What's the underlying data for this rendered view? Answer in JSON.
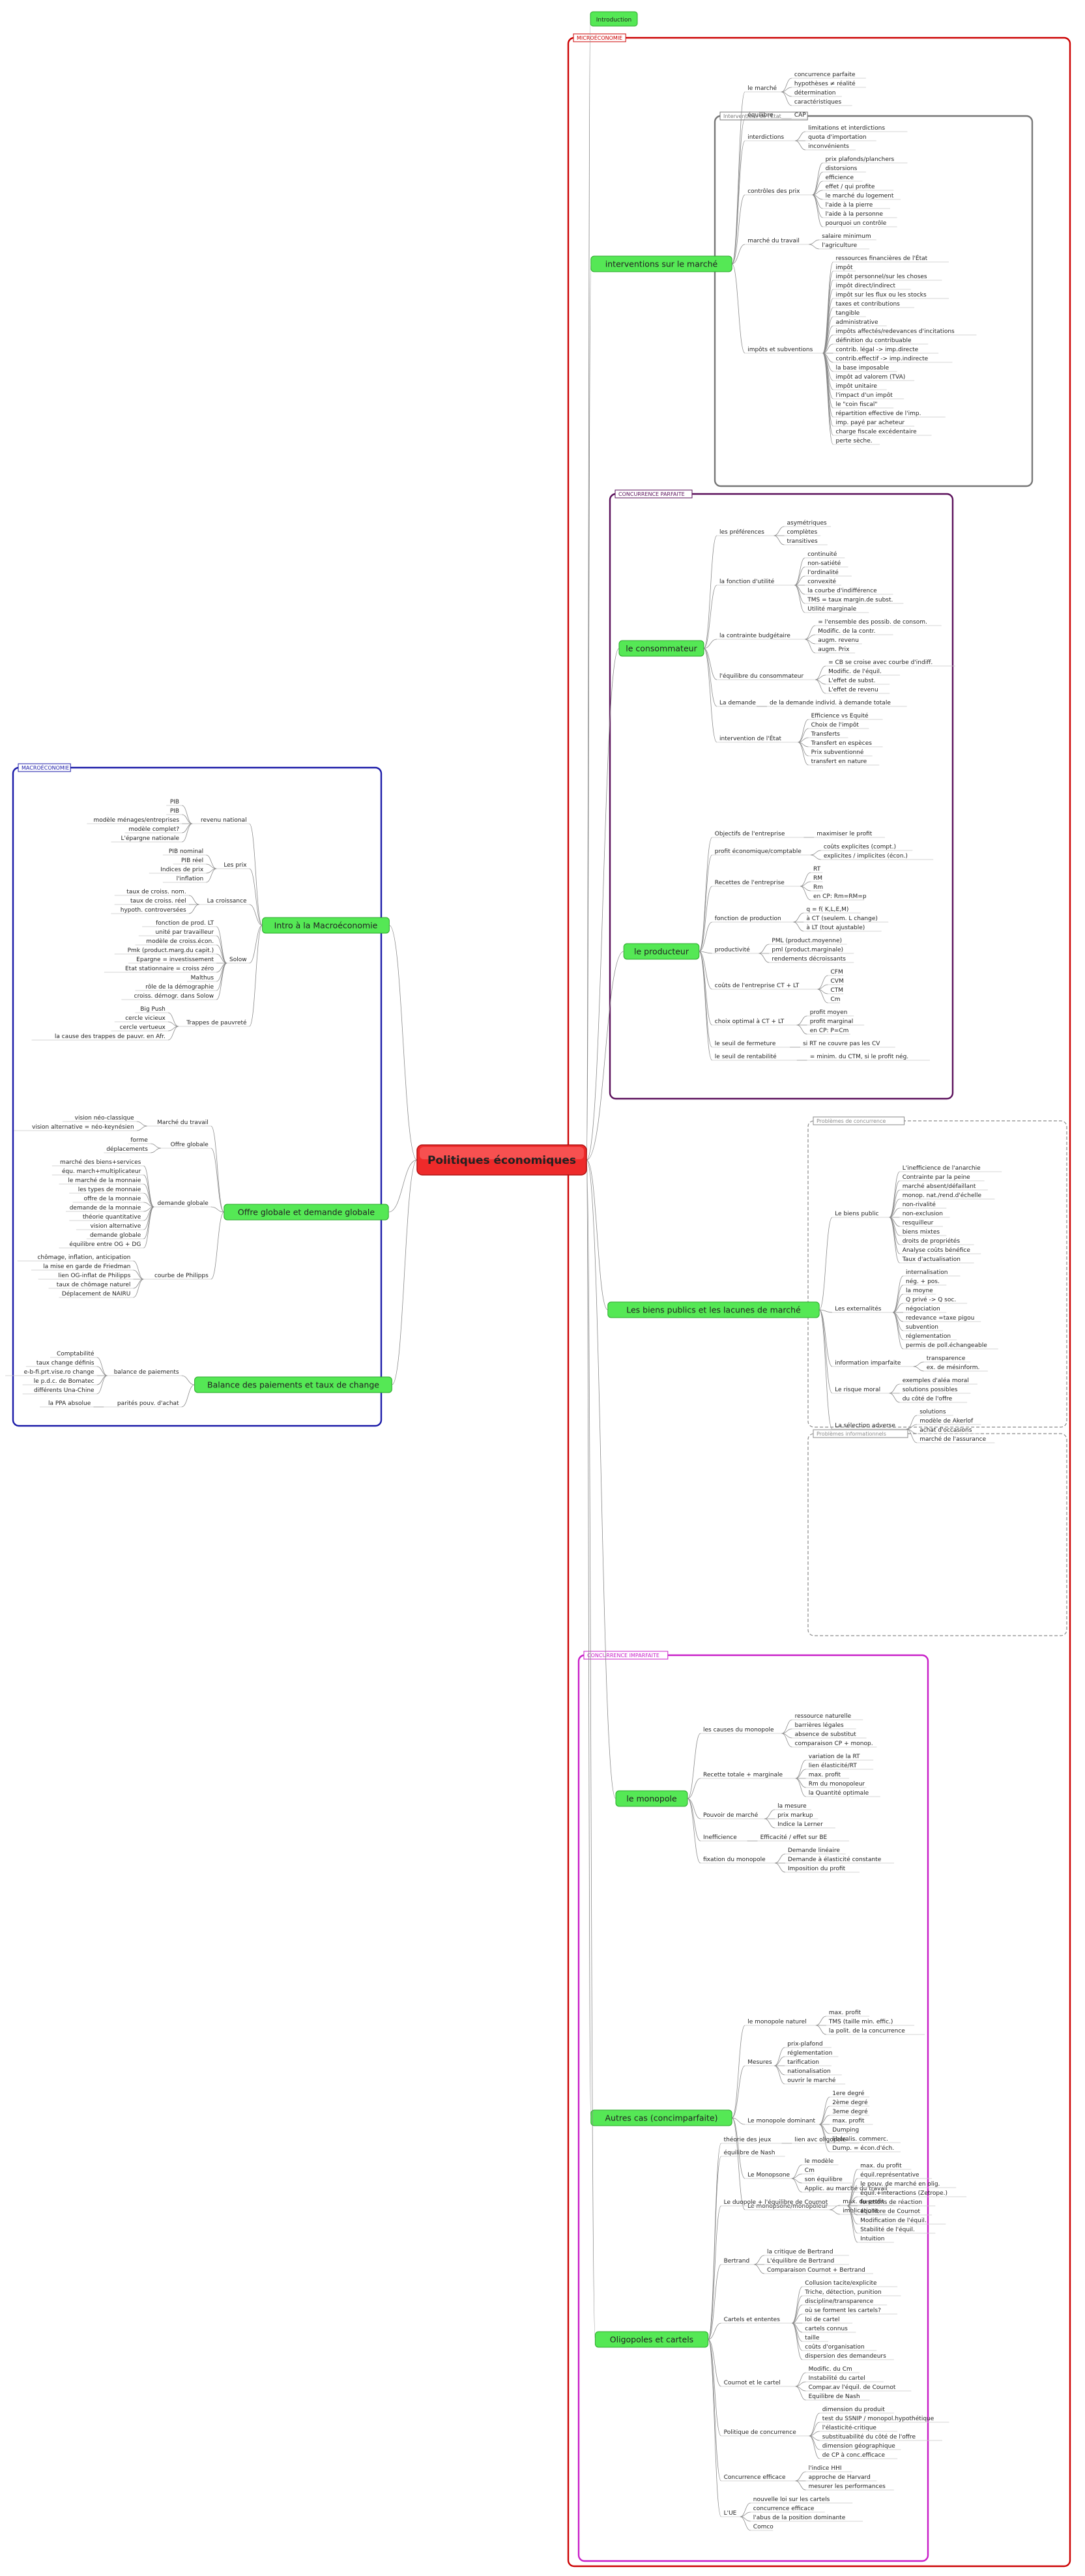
{
  "map": {
    "root": "Politiques économiques",
    "intro": "Introduction",
    "boundaries": {
      "micro": "MICROÉCONOMIE",
      "macro": "MACROÉCONOMIE",
      "interventions_etat": "Interventions de l'État",
      "concurrence_parfaite": "CONCURRENCE PARFAITE",
      "concurrence_imparfaite": "CONCURRENCE IMPARFAITE",
      "problemes_concurrence": "Problèmes de concurrence",
      "problemes_information": "Problèmes informationnels"
    },
    "micro_topics": {
      "interventions": {
        "label": "interventions sur le marché",
        "groups": [
          {
            "label": "le marché",
            "items": [
              "concurrence parfaite",
              "hypothèses ≠ réalité",
              "détermination",
              "caractéristiques"
            ]
          },
          {
            "label": "équilibre",
            "items": [
              "CAP"
            ]
          },
          {
            "label": "interdictions",
            "items": [
              "limitations et interdictions",
              "quota d'importation",
              "inconvénients"
            ]
          },
          {
            "label": "contrôles des prix",
            "items": [
              "prix plafonds/planchers",
              "distorsions",
              "efficience",
              "effet / qui profite",
              "le marché du logement",
              "l'aide à la pierre",
              "l'aide à la personne",
              "pourquoi un contrôle"
            ]
          },
          {
            "label": "marché du travail",
            "items": [
              "salaire minimum",
              "l'agriculture"
            ]
          },
          {
            "label": "impôts et subventions",
            "items": [
              "ressources financières de l'État",
              "impôt",
              "impôt personnel/sur les choses",
              "impôt direct/indirect",
              "impôt sur les flux ou les stocks",
              "taxes et contributions",
              "tangible",
              "administrative",
              "impôts affectés/redevances d'incitations",
              "définition du contribuable",
              "contrib. légal -> imp.directe",
              "contrib.effectif -> imp.indirecte",
              "la base imposable",
              "impôt ad valorem (TVA)",
              "impôt unitaire",
              "l'impact d'un impôt",
              "le \"coin fiscal\"",
              "répartition effective de l'imp.",
              "imp. payé par acheteur",
              "charge fiscale excédentaire",
              "perte sèche."
            ]
          }
        ]
      },
      "consommateur": {
        "label": "le consommateur",
        "groups": [
          {
            "label": "les préférences",
            "items": [
              "asymétriques",
              "complètes",
              "transitives"
            ]
          },
          {
            "label": "la fonction d'utilité",
            "items": [
              "continuité",
              "non-satiété",
              "l'ordinalité",
              "convexité",
              "la courbe d'indifférence",
              "TMS = taux margin.de subst.",
              "Utilité marginale"
            ]
          },
          {
            "label": "la contrainte budgétaire",
            "items": [
              "= l'ensemble des possib. de consom.",
              "Modific. de la contr.",
              "augm. revenu",
              "augm. Prix"
            ]
          },
          {
            "label": "l'équilibre du consommateur",
            "items": [
              "= CB se croise avec courbe d'indiff.",
              "Modific. de l'équil.",
              "L'effet de subst.",
              "L'effet de revenu"
            ]
          },
          {
            "label": "La demande",
            "items": [
              "de la demande individ. à demande totale"
            ]
          },
          {
            "label": "intervention de l'État",
            "items": [
              "Efficience vs Equité",
              "Choix de l'impôt",
              "Transferts",
              "Transfert en espèces",
              "Prix subventionné",
              "transfert en nature"
            ]
          }
        ]
      },
      "producteur": {
        "label": "le producteur",
        "groups": [
          {
            "label": "Objectifs de l'entreprise",
            "items": [
              "maximiser le profit"
            ]
          },
          {
            "label": "profit économique/comptable",
            "items": [
              "coûts explicites (compt.)",
              "explicites / implicites (écon.)"
            ]
          },
          {
            "label": "Recettes de l'entreprise",
            "items": [
              "RT",
              "RM",
              "Rm",
              "en CP: Rm=RM=p"
            ]
          },
          {
            "label": "fonction de production",
            "items": [
              "q = f( K,L,E,M)",
              "à CT (seulem. L change)",
              "à LT (tout ajustable)"
            ]
          },
          {
            "label": "productivité",
            "items": [
              "PML (product.moyenne)",
              "pml (product.marginale)",
              "rendements décroissants"
            ]
          },
          {
            "label": "coûts de l'entreprise CT + LT",
            "items": [
              "CFM",
              "CVM",
              "CTM",
              "Cm"
            ]
          },
          {
            "label": "choix optimal à CT + LT",
            "items": [
              "profit moyen",
              "profit marginal",
              "en CP: P=Cm"
            ]
          },
          {
            "label": "le seuil de fermeture",
            "items": [
              "si RT ne couvre pas les CV"
            ]
          },
          {
            "label": "le seuil de rentabilité",
            "items": [
              "= minim. du CTM, si le profit nég."
            ]
          }
        ]
      },
      "biens_publics": {
        "label": "Les biens publics et les lacunes de marché",
        "groups": [
          {
            "label": "Le biens public",
            "items": [
              "L'inefficience de l'anarchie",
              "Contrainte par la peine",
              "marché absent/défaillant",
              "monop. nat./rend.d'échelle",
              "non-rivalité",
              "non-exclusion",
              "resquilleur",
              "biens mixtes",
              "droits de propriétés",
              "Analyse coûts bénéfice",
              "Taux d'actualisation"
            ]
          },
          {
            "label": "Les externalités",
            "items": [
              "internalisation",
              "nég. + pos.",
              "la moyne",
              "Q privé -> Q soc.",
              "négociation",
              "redevance =taxe pigou",
              "subvention",
              "réglementation",
              "permis de poll.échangeable"
            ]
          },
          {
            "label": "information imparfaite",
            "items": [
              "transparence",
              "ex. de mésinform."
            ]
          },
          {
            "label": "Le risque moral",
            "items": [
              "exemples d'aléa moral",
              "solutions possibles",
              "du côté de l'offre"
            ]
          },
          {
            "label": "La sélection adverse",
            "items": [
              "solutions",
              "modèle de Akerlof",
              "achat d'occasions",
              "marché de l'assurance"
            ]
          }
        ]
      },
      "monopole": {
        "label": "le monopole",
        "groups": [
          {
            "label": "les causes du monopole",
            "items": [
              "ressource naturelle",
              "barrières légales",
              "absence de substitut",
              "comparaison CP + monop."
            ]
          },
          {
            "label": "Recette totale + marginale",
            "items": [
              "variation de la RT",
              "lien élasticité/RT",
              "max. profit",
              "Rm du monopoleur",
              "la Quantité optimale"
            ]
          },
          {
            "label": "Pouvoir de marché",
            "items": [
              "la mesure",
              "prix markup",
              "Indice la Lerner"
            ]
          },
          {
            "label": "Inefficience",
            "items": [
              "Efficacité / effet sur BE"
            ]
          },
          {
            "label": "fixation du monopole",
            "items": [
              "Demande linéaire",
              "Demande à élasticité constante",
              "Imposition du profit"
            ]
          }
        ]
      },
      "autres_cas": {
        "label": "Autres cas (concimparfaite)",
        "groups": [
          {
            "label": "le monopole naturel",
            "items": [
              "max. profit",
              "TMS (taille min. effic.)",
              "la polit. de la concurrence"
            ]
          },
          {
            "label": "Mesures",
            "items": [
              "prix-plafond",
              "réglementation",
              "tarification",
              "nationalisation",
              "ouvrir le marché"
            ]
          },
          {
            "label": "Le monopole dominant",
            "items": [
              "1ere degré",
              "2ème degré",
              "3eme degré",
              "max. profit",
              "Dumping",
              "libéralis. commerc.",
              "Dump. = écon.d'éch."
            ]
          },
          {
            "label": "Le Monopsone",
            "items": [
              "le modèle",
              "Cm",
              "son équilibre",
              "Applic. au marché du travail"
            ]
          },
          {
            "label": "Le monopsone/monopoleur",
            "items": [
              "max. du profit",
              "implications"
            ]
          }
        ]
      },
      "oligopoles": {
        "label": "Oligopoles et cartels",
        "groups": [
          {
            "label": "théorie des jeux",
            "items": [
              "lien avc oligopole"
            ]
          },
          {
            "label": "équilibre de Nash",
            "items": []
          },
          {
            "label": "Le duopole + l'équilibre de Cournot",
            "items": [
              "max. du profit",
              "équil.représentative",
              "le pouv. de marché en olig.",
              "équil.+interactions (Zetrope.)",
              "fonctions de réaction",
              "équilibre de Cournot",
              "Modification de l'équil.",
              "Stabilité de l'équil.",
              "Intuition"
            ]
          },
          {
            "label": "Bertrand",
            "items": [
              "la critique de Bertrand",
              "L'équilibre de Bertrand",
              "Comparaison Cournot + Bertrand"
            ]
          },
          {
            "label": "Cartels et ententes",
            "items": [
              "Collusion tacite/explicite",
              "Triche, détection, punition",
              "discipline/transparence",
              "où se forment les cartels?",
              "loi de cartel",
              "cartels connus",
              "taille",
              "coûts d'organisation",
              "dispersion des demandeurs"
            ]
          },
          {
            "label": "Cournot et le cartel",
            "items": [
              "Modific. du Cm",
              "Instabilité du cartel",
              "Compar.av l'équil. de Cournot",
              "Equilibre de Nash"
            ]
          },
          {
            "label": "Politique de concurrence",
            "items": [
              "dimension du produit",
              "test du SSNIP / monopol.hypothétique",
              "l'élasticité-critique",
              "substituabilité du côté de l'offre",
              "dimension géographique",
              "de CP à conc.efficace"
            ]
          },
          {
            "label": "Concurrence efficace",
            "items": [
              "l'indice HHI",
              "approche de Harvard",
              "mesurer les performances"
            ]
          },
          {
            "label": "L'UE",
            "items": [
              "nouvelle loi sur les cartels",
              "concurrence efficace",
              "l'abus de la position dominante",
              "Comco"
            ]
          }
        ]
      }
    },
    "macro_topics": {
      "intro": {
        "label": "Intro à la Macroéconomie",
        "groups": [
          {
            "label": "revenu national",
            "items": [
              "PIB",
              "PIB",
              "modèle ménages/entreprises",
              "modèle complet?",
              "L'épargne nationale"
            ]
          },
          {
            "label": "Les prix",
            "items": [
              "PIB nominal",
              "PIB réel",
              "Indices de prix",
              "l'inflation"
            ]
          },
          {
            "label": "La croissance",
            "items": [
              "taux de croiss. nom.",
              "taux de croiss. réel",
              "hypoth. controversées"
            ]
          },
          {
            "label": "Solow",
            "items": [
              "fonction de prod. LT",
              "unité par travailleur",
              "modèle de croiss.écon.",
              "Pmk (product.marg.du capit.)",
              "Epargne = investissement",
              "Etat stationnaire = croiss zéro",
              "Malthus",
              "rôle de la démographie",
              "croiss. démogr. dans Solow"
            ]
          },
          {
            "label": "Trappes de pauvreté",
            "items": [
              "Big Push",
              "cercle vicieux",
              "cercle vertueux",
              "la cause des trappes de pauvr. en Afr."
            ]
          }
        ]
      },
      "offre": {
        "label": "Offre globale et demande globale",
        "groups": [
          {
            "label": "Marché du travail",
            "items": [
              "vision néo-classique",
              "vision alternative = néo-keynésien"
            ]
          },
          {
            "label": "Offre globale",
            "items": [
              "forme",
              "déplacements"
            ]
          },
          {
            "label": "demande globale",
            "items": [
              "marché des biens+services",
              "équ. march+multiplicateur",
              "le marché de la monnaie",
              "les types de monnaie",
              "offre de la monnaie",
              "demande de la monnaie",
              "théorie quantitative",
              "vision alternative",
              "demande globale",
              "équilibre entre OG + DG"
            ]
          },
          {
            "label": "courbe de Philipps",
            "items": [
              "chômage, inflation, anticipation",
              "la mise en garde de Friedman",
              "lien OG-inflat de Philipps",
              "taux de chômage naturel",
              "Déplacement de NAIRU"
            ]
          }
        ]
      },
      "balance": {
        "label": "Balance des paiements et taux de change",
        "groups": [
          {
            "label": "balance de paiements",
            "items": [
              "Comptabilité",
              "taux change définis",
              "e-b-fi.prt.vise.ro change",
              "le p.d.c. de Bomatec",
              "différents Una-Chine"
            ]
          },
          {
            "label": "parités pouv. d'achat",
            "items": [
              "la PPA absolue"
            ]
          }
        ]
      }
    }
  },
  "colors": {
    "main_node": "#55e855",
    "root_node": "#ee2a2a",
    "micro_border": "#cc0000",
    "macro_border": "#1a1aa8",
    "concurrence_parfaite_border": "#5a0f5a",
    "concurrence_imparfaite_border": "#c81ec8",
    "etat_border": "#777777",
    "dashed_border": "#8a8a8a",
    "link": "#8a8a8a",
    "label_underline": "#c8c8c8"
  }
}
